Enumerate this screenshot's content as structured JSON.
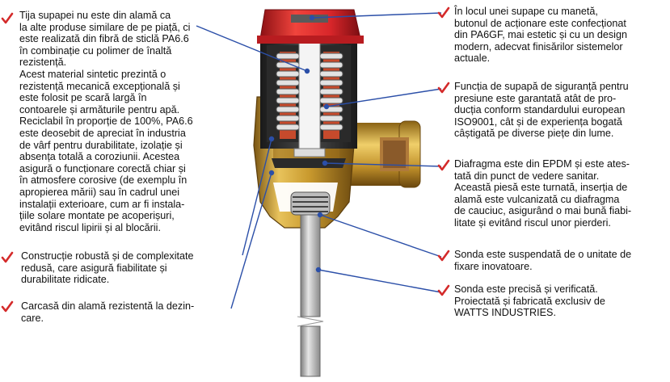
{
  "colors": {
    "check": "#d42a2a",
    "leader": "#2b4fa8",
    "brass": "#c99a2e",
    "cap": "#d8262a",
    "spring": "#3a3a3a",
    "coil": "#b0472c",
    "probe": "#b8b8b8",
    "text": "#111111"
  },
  "left_callouts": [
    {
      "lines": [
        "Tija supapei nu este din alamă ca",
        "la alte produse similare de pe piață, ci",
        "este realizată din fibră de sticlă PA6.6",
        "în combinație cu polimer de înaltă",
        "rezistență.",
        "Acest material sintetic prezintă o",
        "rezistență mecanică excepțională și",
        "este folosit pe scară largă în",
        "contoarele și armăturile pentru apă.",
        "Reciclabil în proporție de 100%, PA6.6",
        "este deosebit de apreciat în industria",
        "de vârf pentru durabilitate, izolație și",
        "absența totală a coroziunii. Acestea",
        "asigură o funcționare corectă chiar și",
        "în atmosfere corosive (de exemplu în",
        "apropierea mării) sau în cadrul unei",
        "instalații exterioare, cum ar fi instala-",
        "țiile solare montate pe acoperișuri,",
        "evitând riscul lipirii și al blocării."
      ]
    },
    {
      "lines": [
        "Construcție robustă și de complexitate",
        "redusă, care asigură fiabilitate și",
        "durabilitate ridicate."
      ]
    },
    {
      "lines": [
        "Carcasă din alamă rezistentă la dezin-",
        "care."
      ]
    }
  ],
  "right_callouts": [
    {
      "lines": [
        "În locul unei supape cu manetă,",
        "butonul de acționare este confecționat",
        "din PA6GF, mai estetic și cu un design",
        "modern, adecvat finisărilor sistemelor",
        "actuale."
      ]
    },
    {
      "lines": [
        "Funcția de supapă de siguranță pentru",
        "presiune este garantată atât de pro-",
        "ducția conform standardului european",
        "ISO9001, cât și de experiența bogată",
        "câștigată pe diverse piețe din lume."
      ]
    },
    {
      "lines": [
        "Diafragma este din EPDM și este ates-",
        "tată din punct de vedere sanitar.",
        "Această piesă este turnată, inserția de",
        "alamă este vulcanizată cu diafragma",
        "de cauciuc, asigurând o mai bună fiabi-",
        "litate și evitând riscul unor pierderi."
      ]
    },
    {
      "lines": [
        "Sonda este suspendată de o unitate de",
        "fixare inovatoare."
      ]
    },
    {
      "lines": [
        "Sonda este precisă și verificată.",
        "Proiectată și fabricată exclusiv de",
        "WATTS INDUSTRIES."
      ]
    }
  ]
}
